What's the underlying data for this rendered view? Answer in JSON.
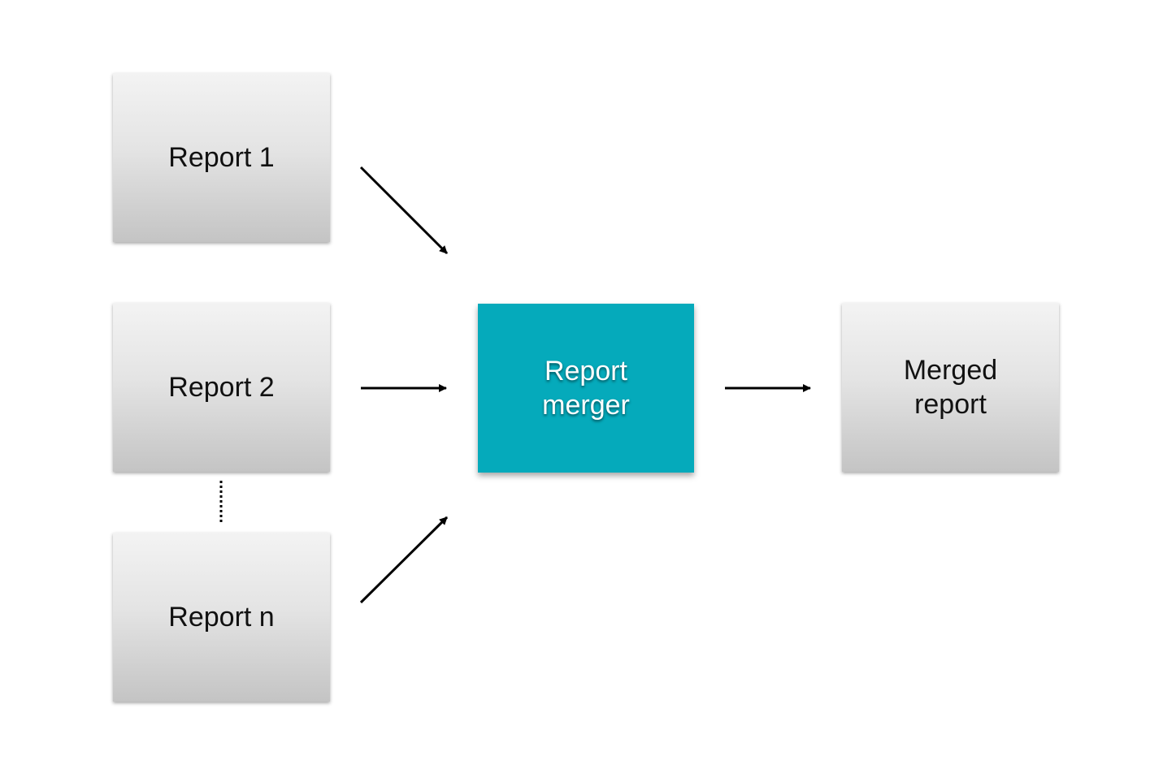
{
  "colors": {
    "accent": "#05AABB",
    "arrow": "#000000",
    "box_text": "#111111",
    "accent_text": "#FFFFFF"
  },
  "nodes": {
    "report_1": {
      "label": "Report 1"
    },
    "report_2": {
      "label": "Report 2"
    },
    "report_n": {
      "label": "Report n"
    },
    "report_merger": {
      "label": "Report\nmerger"
    },
    "merged_report": {
      "label": "Merged\nreport"
    }
  },
  "edges": [
    {
      "from": "report_1",
      "to": "report_merger"
    },
    {
      "from": "report_2",
      "to": "report_merger"
    },
    {
      "from": "report_n",
      "to": "report_merger"
    },
    {
      "from": "report_merger",
      "to": "merged_report"
    }
  ],
  "ellipsis": {
    "between": [
      "report_2",
      "report_n"
    ],
    "style": "dotted"
  }
}
